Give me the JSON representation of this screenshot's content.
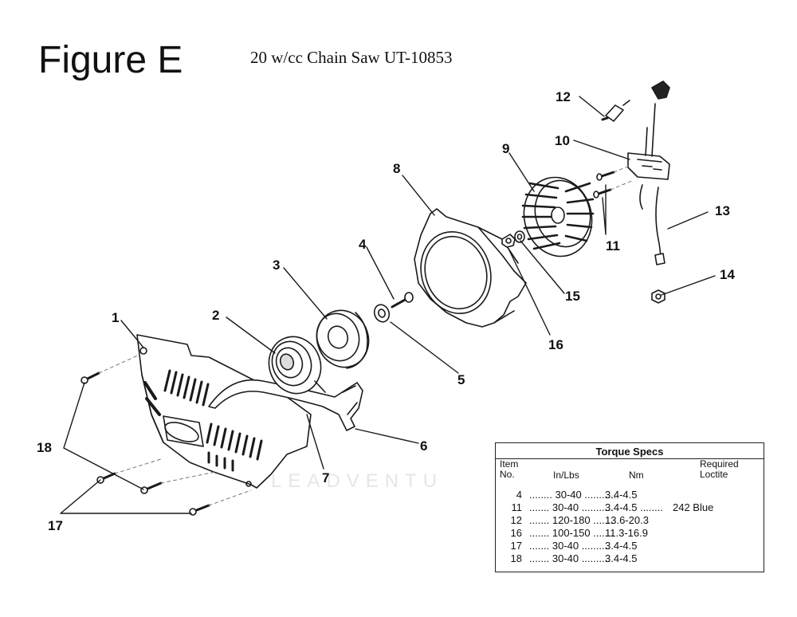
{
  "figure_title": "Figure E",
  "subtitle": "20 w/cc Chain Saw UT-10853",
  "watermark": "LEADVENTU",
  "callouts": [
    {
      "num": "1"
    },
    {
      "num": "2"
    },
    {
      "num": "3"
    },
    {
      "num": "4"
    },
    {
      "num": "5"
    },
    {
      "num": "6"
    },
    {
      "num": "7"
    },
    {
      "num": "8"
    },
    {
      "num": "9"
    },
    {
      "num": "10"
    },
    {
      "num": "11"
    },
    {
      "num": "12"
    },
    {
      "num": "13"
    },
    {
      "num": "14"
    },
    {
      "num": "15"
    },
    {
      "num": "16"
    },
    {
      "num": "17"
    },
    {
      "num": "18"
    }
  ],
  "torque_specs": {
    "title": "Torque Specs",
    "col_item": "Item\nNo.",
    "col_inlbs": "In/Lbs",
    "col_nm": "Nm",
    "col_loctite": "Required\nLoctite",
    "rows": [
      {
        "item": "4",
        "inlbs": "........ 30-40 ...........",
        "nm": "3.4-4.5",
        "loctite": ""
      },
      {
        "item": "11",
        "inlbs": "....... 30-40 ...........",
        "nm": "3.4-4.5 ........",
        "loctite": "242 Blue"
      },
      {
        "item": "12",
        "inlbs": "....... 120-180 .......",
        "nm": "13.6-20.3",
        "loctite": ""
      },
      {
        "item": "16",
        "inlbs": "....... 100-150 .......",
        "nm": "11.3-16.9",
        "loctite": ""
      },
      {
        "item": "17",
        "inlbs": "....... 30-40 ..........",
        "nm": "3.4-4.5",
        "loctite": ""
      },
      {
        "item": "18",
        "inlbs": "....... 30-40 ..........",
        "nm": "3.4-4.5",
        "loctite": ""
      }
    ]
  }
}
